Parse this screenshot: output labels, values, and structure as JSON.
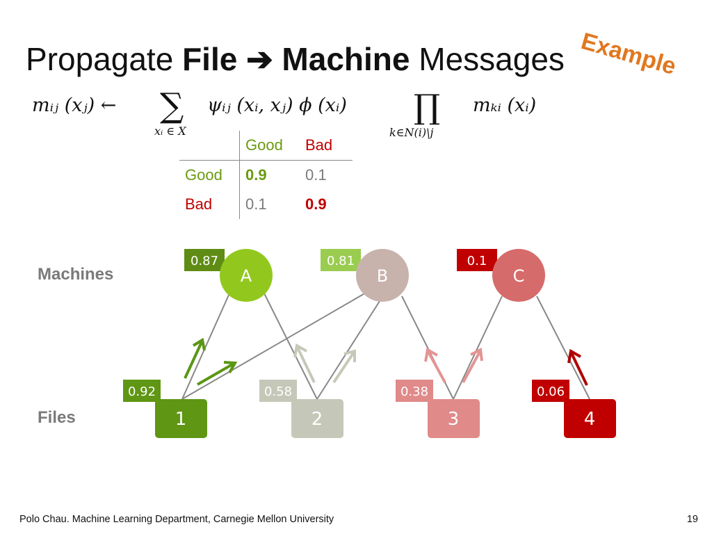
{
  "title": {
    "part1": "Propagate ",
    "file": "File",
    "arrow": "➔",
    "machine": "Machine",
    "part2": " Messages"
  },
  "example_tag": "Example",
  "formula": {
    "lhs": "mᵢⱼ (xⱼ) ←",
    "sum_symbol": "∑",
    "sum_sub": "xᵢ ∈ X",
    "mid": "ψᵢⱼ (xᵢ, xⱼ)  ϕ (xᵢ)",
    "prod_symbol": "∏",
    "prod_sub": "k∈N(i)\\j",
    "rhs": "mₖᵢ (xᵢ)"
  },
  "table": {
    "col_headers": [
      "Good",
      "Bad"
    ],
    "rows": [
      {
        "label": "Good",
        "values": [
          "0.9",
          "0.1"
        ]
      },
      {
        "label": "Bad",
        "values": [
          "0.1",
          "0.9"
        ]
      }
    ]
  },
  "labels": {
    "machines": "Machines",
    "files": "Files"
  },
  "machines": [
    {
      "id": "A",
      "score": "0.87",
      "color": "#92c81e",
      "tag_color": "#5f8c14"
    },
    {
      "id": "B",
      "score": "0.81",
      "color": "#c8b2ac",
      "tag_color": "#9acc50"
    },
    {
      "id": "C",
      "score": "0.1",
      "color": "#d66b6b",
      "tag_color": "#c00000"
    }
  ],
  "files": [
    {
      "id": "1",
      "score": "0.92",
      "color": "#5f9614"
    },
    {
      "id": "2",
      "score": "0.58",
      "color": "#c5c8b8"
    },
    {
      "id": "3",
      "score": "0.38",
      "color": "#e08a8a"
    },
    {
      "id": "4",
      "score": "0.06",
      "color": "#c00000"
    }
  ],
  "edges": [
    {
      "file": "1",
      "machine": "A"
    },
    {
      "file": "1",
      "machine": "B"
    },
    {
      "file": "2",
      "machine": "A"
    },
    {
      "file": "2",
      "machine": "B"
    },
    {
      "file": "3",
      "machine": "B"
    },
    {
      "file": "3",
      "machine": "C"
    },
    {
      "file": "4",
      "machine": "C"
    }
  ],
  "footer": "Polo Chau. Machine Learning Department, Carnegie Mellon University",
  "page_number": "19"
}
